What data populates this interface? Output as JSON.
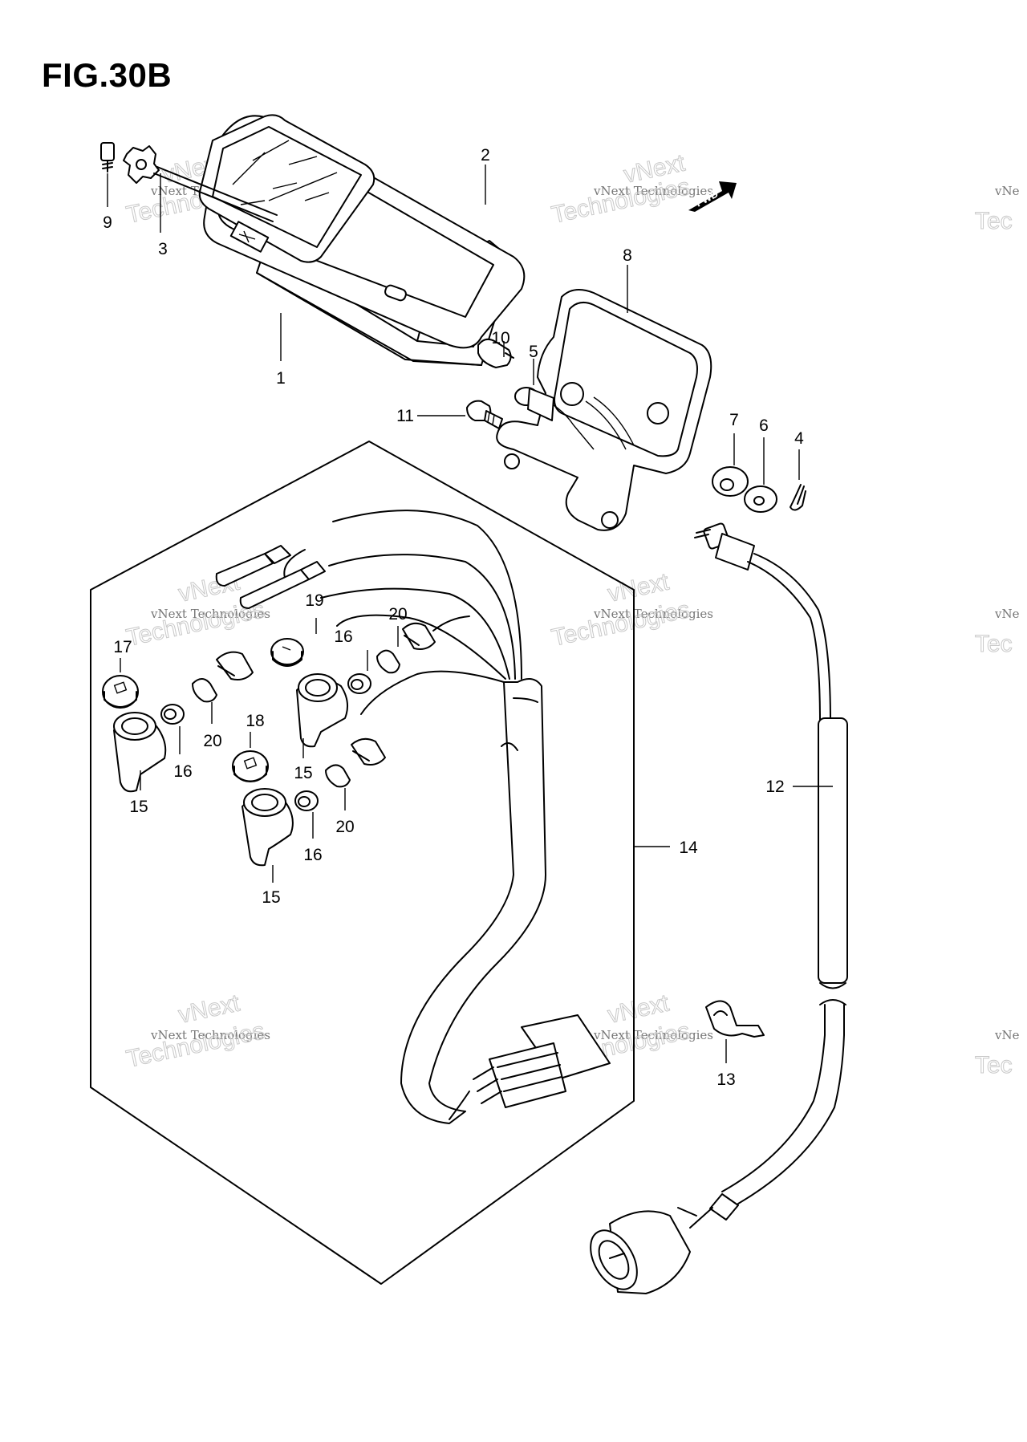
{
  "figure": {
    "title": "FIG.30B"
  },
  "fwd_mark": "FWD",
  "watermark": {
    "line1": "vNext Technologies",
    "line2": "Technologies",
    "line3": "vNext",
    "edge": "vNe",
    "edge2": "Tec"
  },
  "labels": {
    "n1": "1",
    "n2": "2",
    "n3": "3",
    "n4": "4",
    "n5": "5",
    "n6": "6",
    "n7": "7",
    "n8": "8",
    "n9": "9",
    "n10": "10",
    "n11": "11",
    "n12": "12",
    "n13": "13",
    "n14": "14",
    "n15": "15",
    "n16": "16",
    "n17": "17",
    "n18": "18",
    "n19": "19",
    "n20": "20"
  }
}
